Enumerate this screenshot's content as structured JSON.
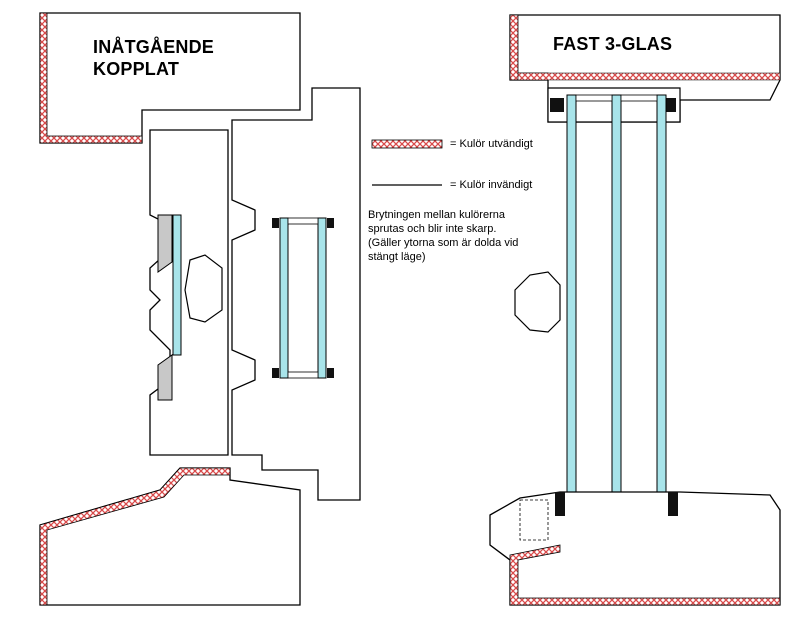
{
  "left_title_line1": "INÅTGÅENDE",
  "left_title_line2": "KOPPLAT",
  "right_title": "FAST 3-GLAS",
  "legend": {
    "exterior_label": "= Kulör utvändigt",
    "interior_label": "= Kulör invändigt"
  },
  "note_lines": [
    "Brytningen mellan kulörerna",
    "sprutas och blir inte skarp.",
    "(Gäller ytorna som är dolda vid",
    "stängt läge)"
  ],
  "colors": {
    "exterior_paint": "#d94a4a",
    "glass": "#a8e4ea",
    "outline": "#000000",
    "seal": "#111111"
  }
}
